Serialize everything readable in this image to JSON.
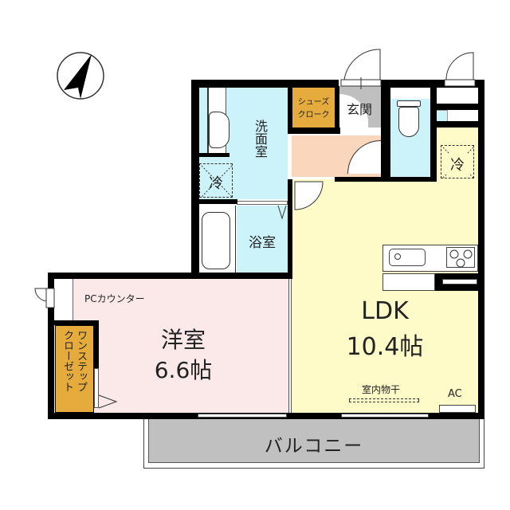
{
  "floorplan": {
    "compass": {
      "icon": "north-arrow-icon"
    },
    "rooms": {
      "western_room": {
        "name": "洋室",
        "size": "6.6帖",
        "color": "#fbe9ea"
      },
      "ldk": {
        "name": "LDK",
        "size": "10.4帖",
        "color": "#fefbc9"
      },
      "washroom": {
        "name": "洗面室",
        "color": "#cdf3fa"
      },
      "bathroom": {
        "name": "浴室",
        "color": "#cdf3fa"
      },
      "entrance": {
        "name": "玄関",
        "color": "#bfbfbf"
      },
      "shoe_closet": {
        "name_line1": "シューズ",
        "name_line2": "クローク",
        "color": "#e5ab3c"
      },
      "closet": {
        "name_line1": "ワンステップ",
        "name_line2": "クローゼット",
        "color": "#e5ab3c"
      },
      "hallway": {
        "color": "#f9d6bc"
      },
      "toilet": {
        "color": "#cdf3fa"
      },
      "balcony": {
        "name": "バルコニー",
        "color": "#c0c0c0"
      }
    },
    "labels": {
      "pc_counter": "PCカウンター",
      "indoor_drying": "室内物干",
      "ac": "AC",
      "fridge_washroom": "冷",
      "fridge_ldk": "冷"
    }
  }
}
